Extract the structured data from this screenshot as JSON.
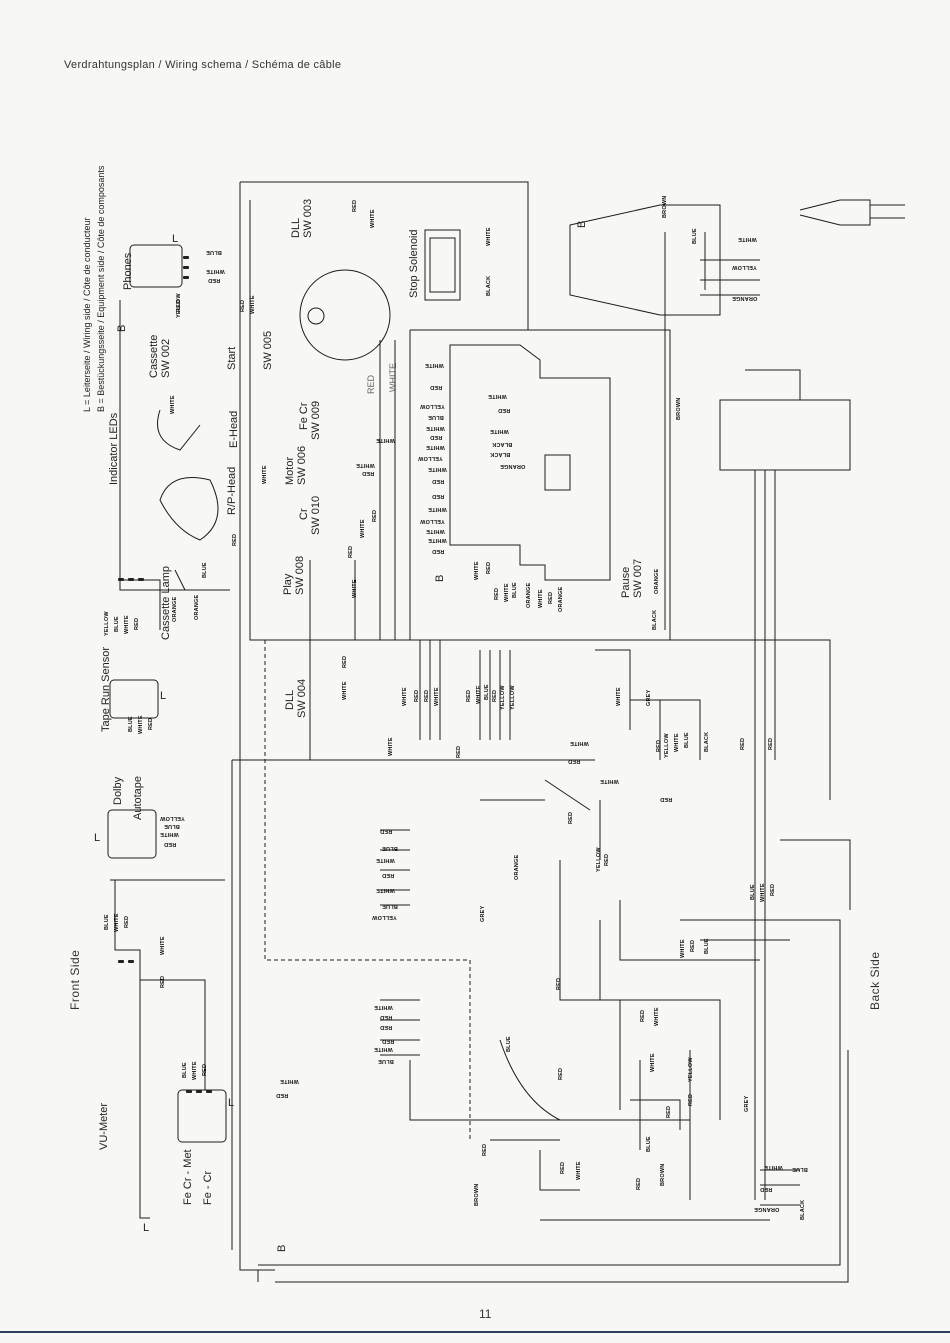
{
  "page": {
    "title": "Verdrahtungsplan / Wiring schema / Schéma de câble",
    "page_number": "11"
  },
  "legend": {
    "l_line": "L = Leiterseite / Wiring side / Côte de conducteur",
    "b_line": "B = Bestückungsseite / Equipment side / Côte de composants"
  },
  "sides": {
    "front": "Front Side",
    "back": "Back Side"
  },
  "components": {
    "phones": "Phones",
    "indicator_leds": "Indicator LEDs",
    "tape_run_sensor": "Tape Run Sensor",
    "dolby": "Dolby",
    "autotape": "Autotape",
    "vu_meter": "VU-Meter",
    "fecr_met": "Fe Cr - Met",
    "fe_cr": "Fe - Cr",
    "cassette_lamp": "Cassette Lamp",
    "cassette_sw": "Cassette",
    "sw002": "SW 002",
    "start": "Start",
    "sw005": "SW 005",
    "e_head": "E-Head",
    "rp_head": "R/P-Head",
    "play": "Play",
    "sw008": "SW 008",
    "cr": "Cr",
    "sw010": "SW 010",
    "motor": "Motor",
    "sw006": "SW 006",
    "fe_cr_sw": "Fe Cr",
    "sw009": "SW 009",
    "dll_top": "DLL",
    "sw003": "SW 003",
    "stop_solenoid": "Stop Solenoid",
    "dll_mid": "DLL",
    "sw004": "SW 004",
    "pause": "Pause",
    "sw007": "SW 007"
  },
  "markers": {
    "L": "L",
    "B": "B"
  },
  "wire_colors": {
    "red": "RED",
    "white": "WHITE",
    "blue": "BLUE",
    "yellow": "YELLOW",
    "orange": "ORANGE",
    "black": "BLACK",
    "brown": "BROWN",
    "grey": "GREY"
  },
  "colors": {
    "ink": "#1c1c1c",
    "paper": "#f7f7f5",
    "rule": "#2b3f5a"
  }
}
